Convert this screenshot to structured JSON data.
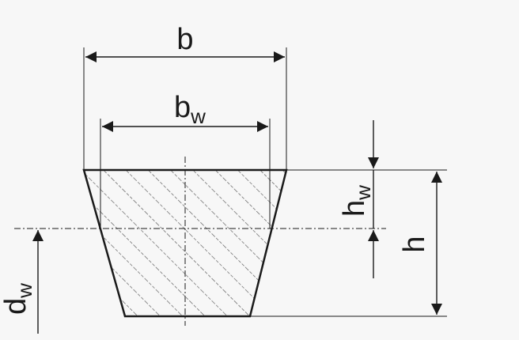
{
  "colors": {
    "background": "#f7f7f7",
    "stroke": "#1a1a1a",
    "hatch": "#555555"
  },
  "labels": {
    "b": "b",
    "bw_main": "b",
    "bw_sub": "w",
    "hw_main": "h",
    "hw_sub": "w",
    "h": "h",
    "dw_main": "d",
    "dw_sub": "w"
  }
}
